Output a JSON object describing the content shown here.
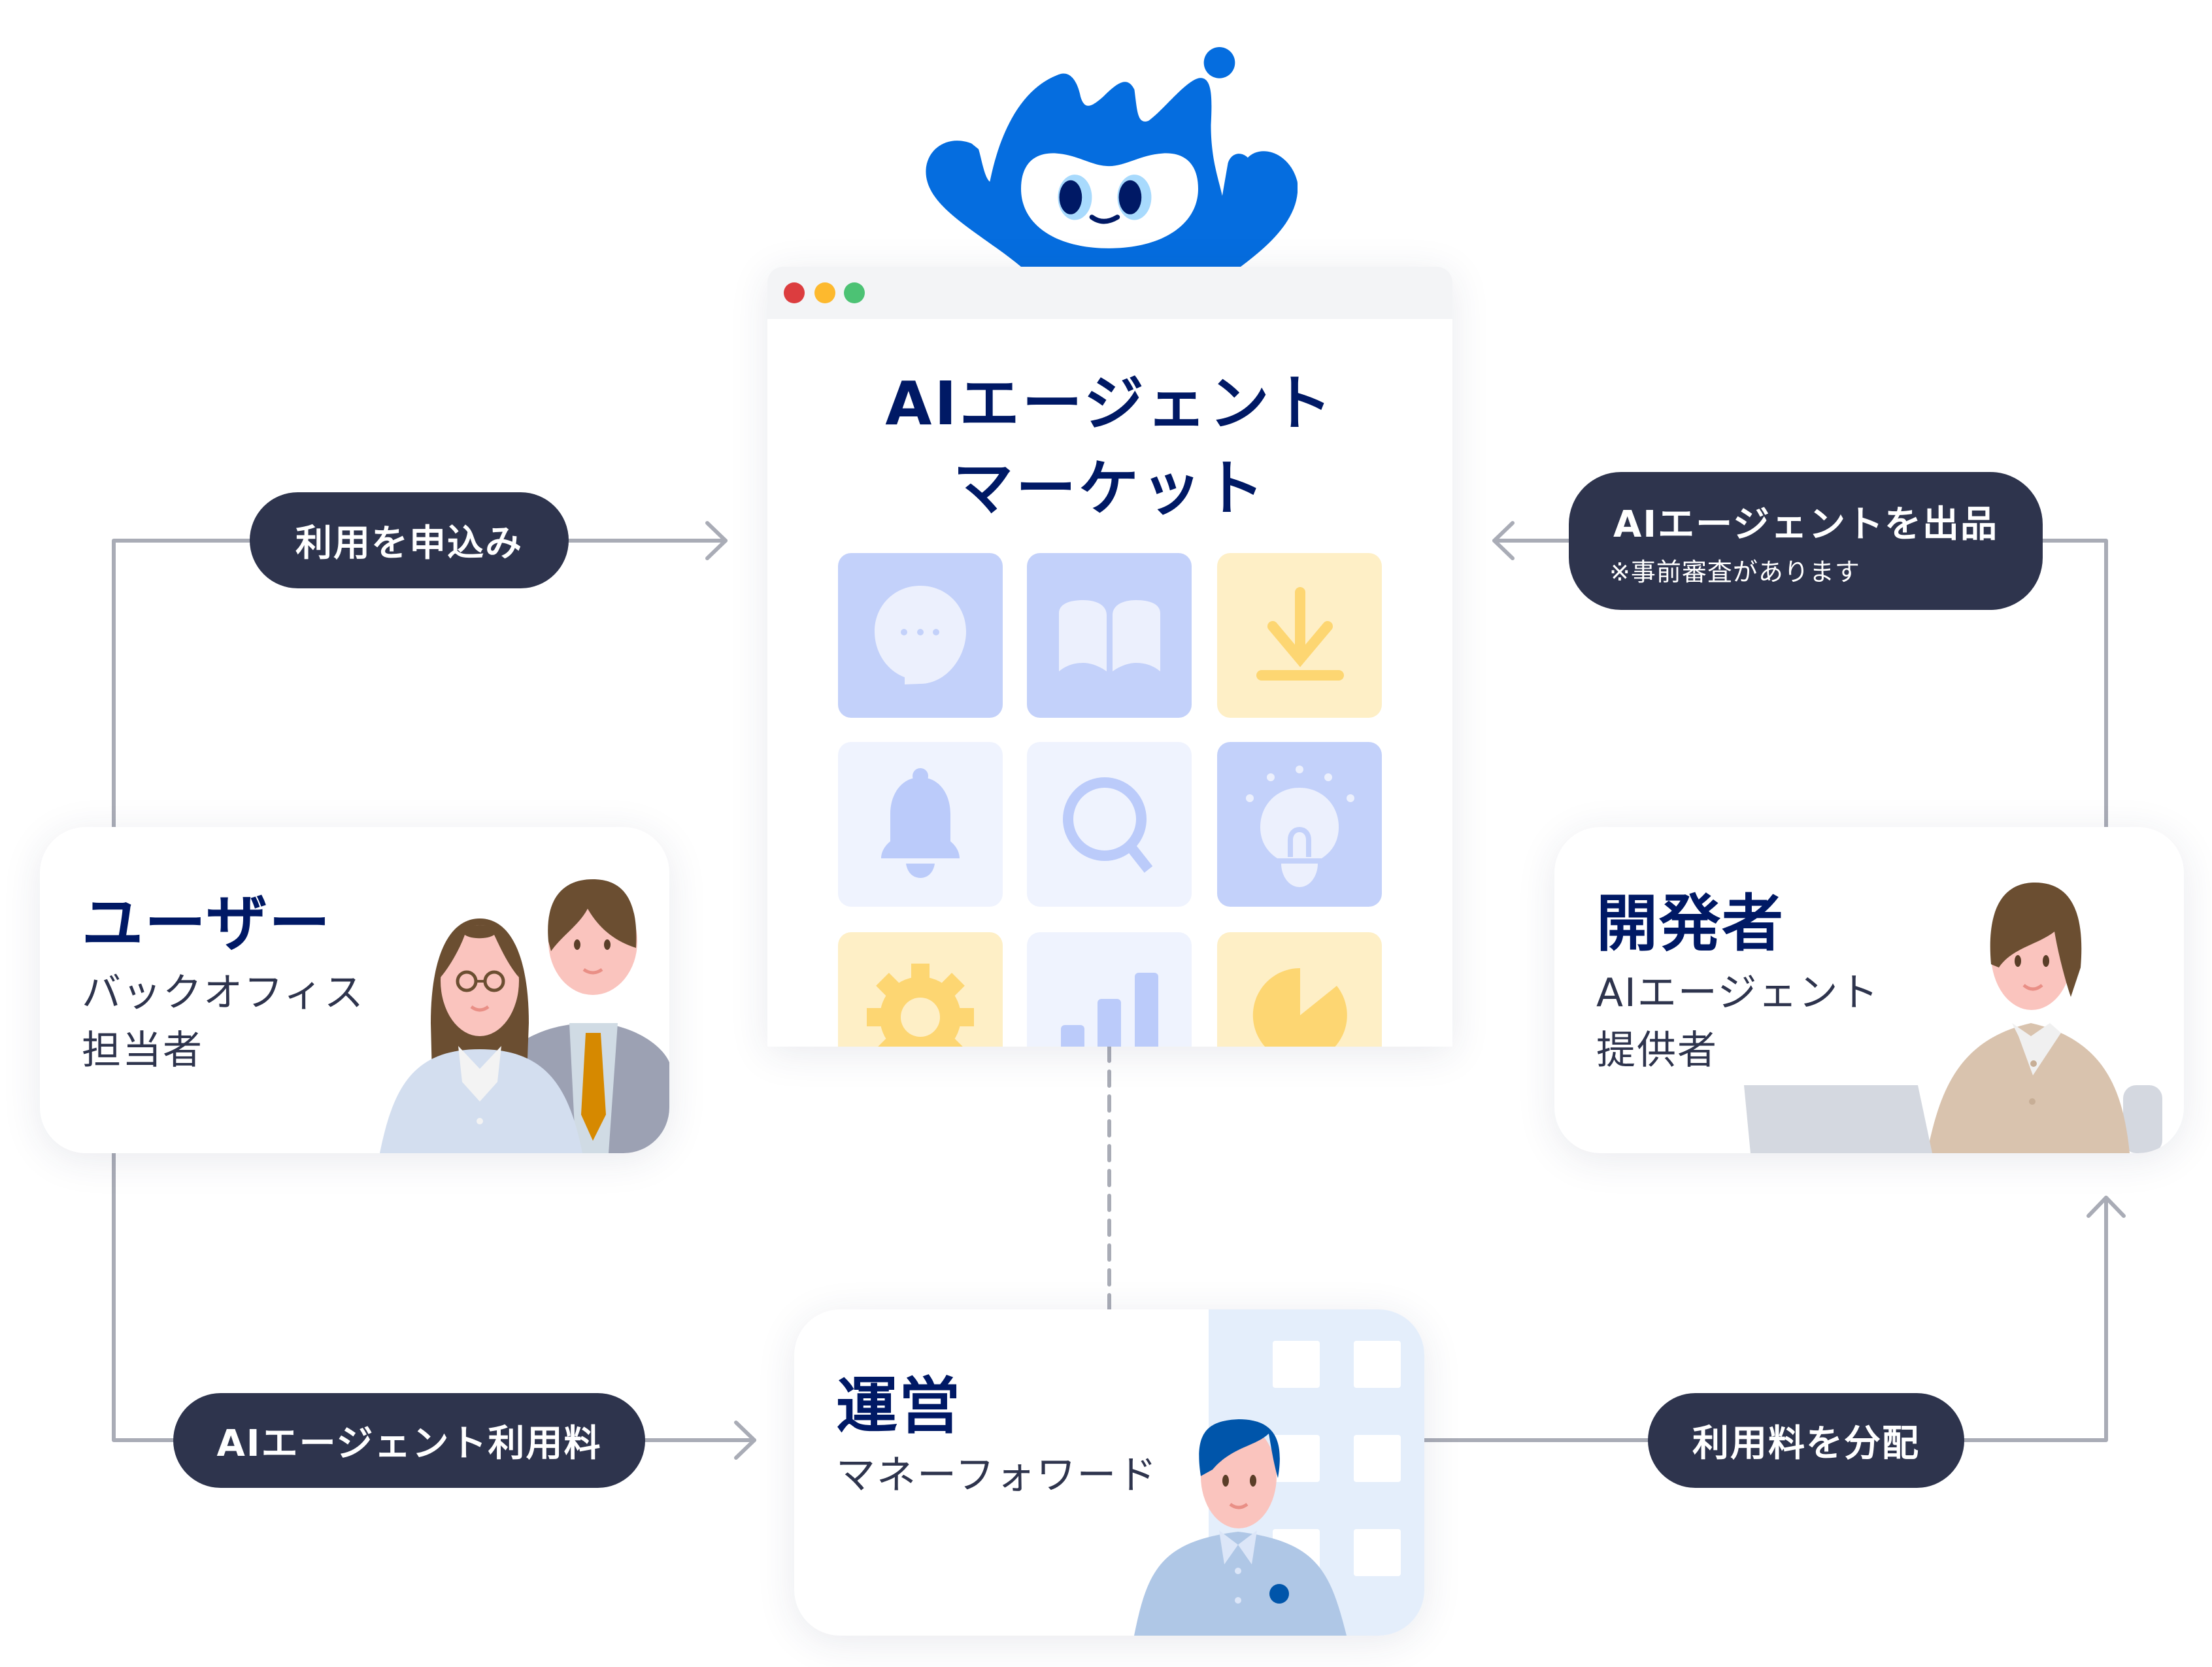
{
  "market": {
    "title_line1": "AIエージェント",
    "title_line2": "マーケット",
    "window_dots": [
      "#DC3D3F",
      "#FDB92E",
      "#4CC274"
    ],
    "tiles": [
      {
        "icon": "chat-bubble-icon",
        "color": "#C3D1FA"
      },
      {
        "icon": "book-icon",
        "color": "#C3D1FA"
      },
      {
        "icon": "download-icon",
        "color": "#FEEFC6"
      },
      {
        "icon": "bell-icon",
        "color": "#EFF3FE"
      },
      {
        "icon": "search-icon",
        "color": "#EFF3FE"
      },
      {
        "icon": "lightbulb-icon",
        "color": "#C3D1FA"
      },
      {
        "icon": "gear-icon",
        "color": "#FEEFC6"
      },
      {
        "icon": "bar-chart-icon",
        "color": "#EFF3FE"
      },
      {
        "icon": "pie-chart-icon",
        "color": "#FEEFC6"
      }
    ]
  },
  "flows": {
    "apply": "利用を申込み",
    "publish": "AIエージェントを出品",
    "publish_note": "※事前審査があります",
    "fee": "AIエージェント利用料",
    "distribute": "利用料を分配"
  },
  "cards": {
    "user": {
      "title": "ユーザー",
      "line1": "バックオフィス",
      "line2": "担当者"
    },
    "developer": {
      "title": "開発者",
      "line1": "AIエージェント",
      "line2": "提供者"
    },
    "operator": {
      "title": "運営",
      "line1": "マネーフォワード"
    }
  },
  "colors": {
    "navy": "#001965",
    "pill": "#2E344D",
    "line": "#A9ACB6",
    "mascot": "#056DDF"
  }
}
